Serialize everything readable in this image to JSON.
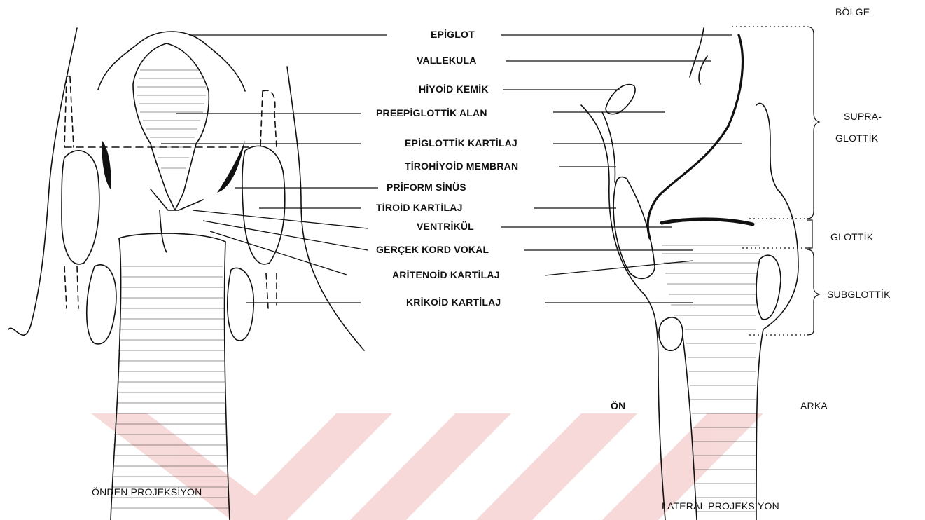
{
  "labels": {
    "epiglot": "EPİGLOT",
    "vallekula": "VALLEKULA",
    "hiyoid_kemik": "HİYOİD KEMİK",
    "preepiglottik_alan": "PREEPİGLOTTİK ALAN",
    "epiglottik_kartilaj": "EPİGLOTTİK KARTİLAJ",
    "tirohiyoid_membran": "TİROHİYOİD MEMBRAN",
    "priform_sinus": "PRİFORM SİNÜS",
    "tiroid_kartilaj": "TİROİD KARTİLAJ",
    "ventrikul": "VENTRİKÜL",
    "gercek_kord_vokal": "GERÇEK KORD VOKAL",
    "aritenoid_kartilaj": "ARİTENOİD KARTİLAJ",
    "krikoid_kartilaj": "KRİKOİD KARTİLAJ"
  },
  "regions": {
    "header": "BÖLGE",
    "supra_line1": "SUPRA-",
    "supra_line2": "GLOTTİK",
    "glottik": "GLOTTİK",
    "subglottik": "SUBGLOTTİK"
  },
  "orientation": {
    "front": "ÖN",
    "back": "ARKA"
  },
  "captions": {
    "frontal": "ÖNDEN PROJEKSİYON",
    "lateral": "LATERAL PROJEKSİYON"
  },
  "colors": {
    "ink": "#111111",
    "watermark": "#f3c9c9"
  }
}
